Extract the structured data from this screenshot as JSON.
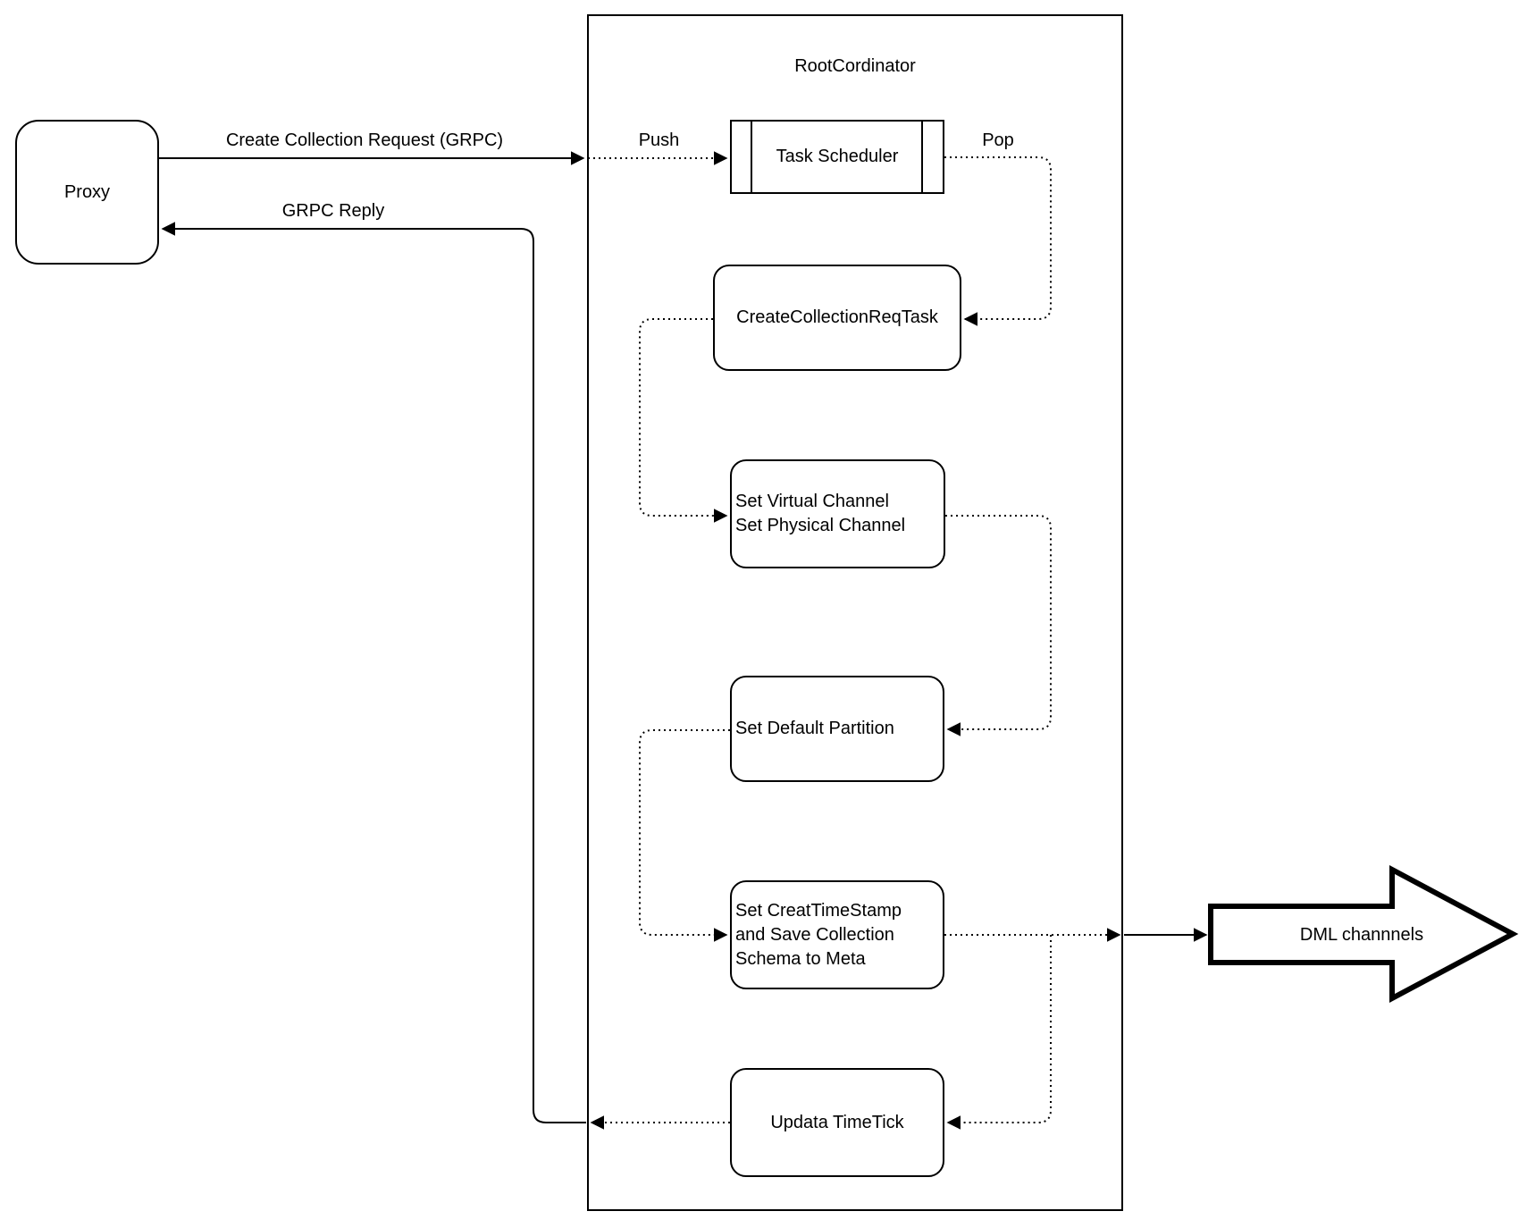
{
  "diagram": {
    "title": "RootCordinator"
  },
  "nodes": {
    "proxy": {
      "label": "Proxy"
    },
    "task_scheduler": {
      "label": "Task Scheduler"
    },
    "create_collection_req_task": {
      "label": "CreateCollectionReqTask"
    },
    "set_channels": {
      "lines": [
        "Set Virtual Channel",
        "Set Physical Channel"
      ]
    },
    "set_default_partition": {
      "label": "Set Default Partition"
    },
    "set_timestamp": {
      "lines": [
        "Set CreatTimeStamp",
        "and Save Collection",
        "Schema to Meta"
      ]
    },
    "update_timetick": {
      "label": "Updata TimeTick"
    },
    "dml_channels": {
      "label": "DML channnels"
    }
  },
  "edges": {
    "create_collection_request": {
      "label": "Create Collection Request (GRPC)"
    },
    "grpc_reply": {
      "label": "GRPC Reply"
    },
    "push": {
      "label": "Push"
    },
    "pop": {
      "label": "Pop"
    }
  },
  "colors": {
    "stroke": "#000000",
    "background": "#ffffff"
  }
}
